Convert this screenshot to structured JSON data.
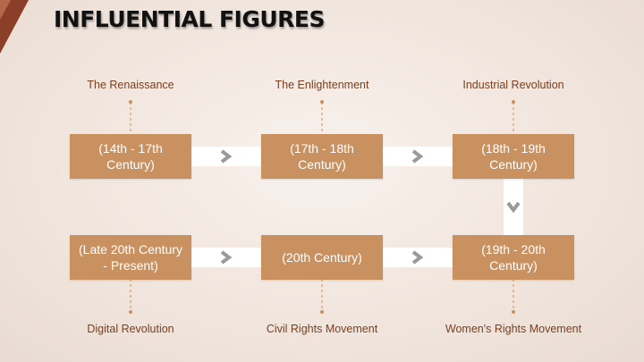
{
  "title": "INFLUENTIAL FIGURES",
  "colors": {
    "box_fill": "#c8915f",
    "box_text": "#ffffff",
    "label_text": "#7a3e1f",
    "connector": "#c8915f",
    "arrow_band": "#ffffff",
    "arrow_chevron": "#9a9a9a",
    "corner_accent": "#8b3f28"
  },
  "timeline": [
    {
      "label": "The Renaissance",
      "period": [
        "(14th - 17th",
        "Century)"
      ]
    },
    {
      "label": "The Enlightenment",
      "period": [
        "(17th - 18th",
        "Century)"
      ]
    },
    {
      "label": "Industrial Revolution",
      "period": [
        "(18th - 19th",
        "Century)"
      ]
    },
    {
      "label": "Women's Rights Movement",
      "period": [
        "(19th - 20th",
        "Century)"
      ]
    },
    {
      "label": "Civil Rights Movement",
      "period": [
        "(20th Century)"
      ]
    },
    {
      "label": "Digital Revolution",
      "period": [
        "(Late 20th Century",
        "- Present)"
      ]
    }
  ]
}
